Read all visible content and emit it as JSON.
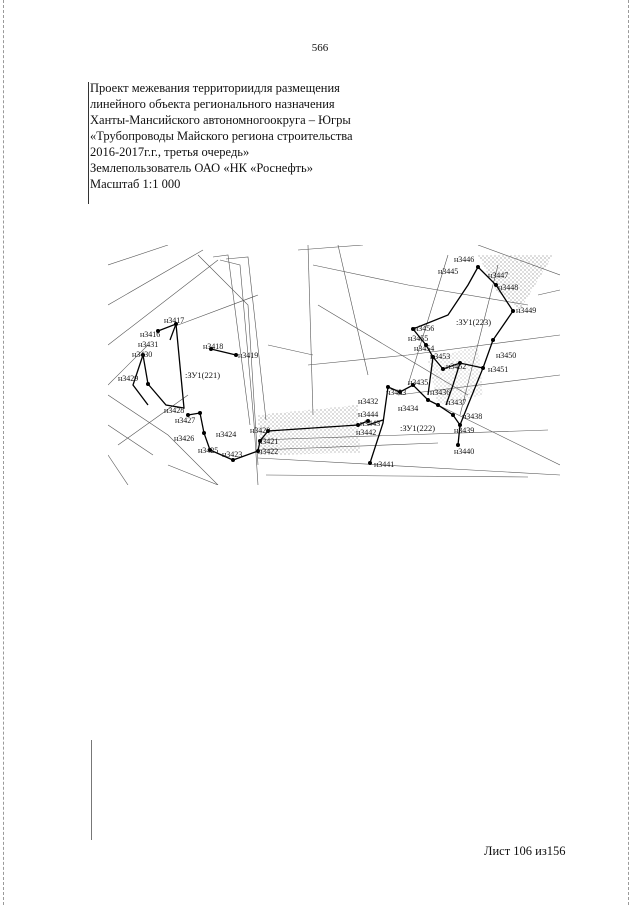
{
  "page_number": "566",
  "header_lines": [
    "Проект межевания территориидля размещения",
    "линейного объекта регионального назначения",
    "Ханты-Мансийского автономногоокруга – Югры",
    "«Трубопроводы Майского региона строительства",
    "2016-2017г.г., третья очередь»",
    "Землепользователь ОАО «НК «Роснефть»",
    "Масштаб 1:1 000"
  ],
  "map": {
    "zone_labels": [
      ":ЗУ1(221)",
      ":ЗУ1(222)",
      ":ЗУ1(223)"
    ],
    "point_labels": [
      "н3416",
      "н3417",
      "н3418",
      "н3419",
      "н3420",
      "н3421",
      "н3422",
      "н3423",
      "н3424",
      "н3425",
      "н3426",
      "н3427",
      "н3428",
      "н3429",
      "н3430",
      "н3431",
      "н3432",
      "н3433",
      "н3434",
      "н3435",
      "н3436",
      "н3437",
      "н3438",
      "н3439",
      "н3440",
      "н3441",
      "н3442",
      "н3443",
      "н3444",
      "н3445",
      "н3446",
      "н3447",
      "н3448",
      "н3449",
      "н3450",
      "н3451",
      "н3452",
      "н3453",
      "н3454",
      "н3455",
      "н3456"
    ]
  },
  "footer": "Лист 106 из156"
}
